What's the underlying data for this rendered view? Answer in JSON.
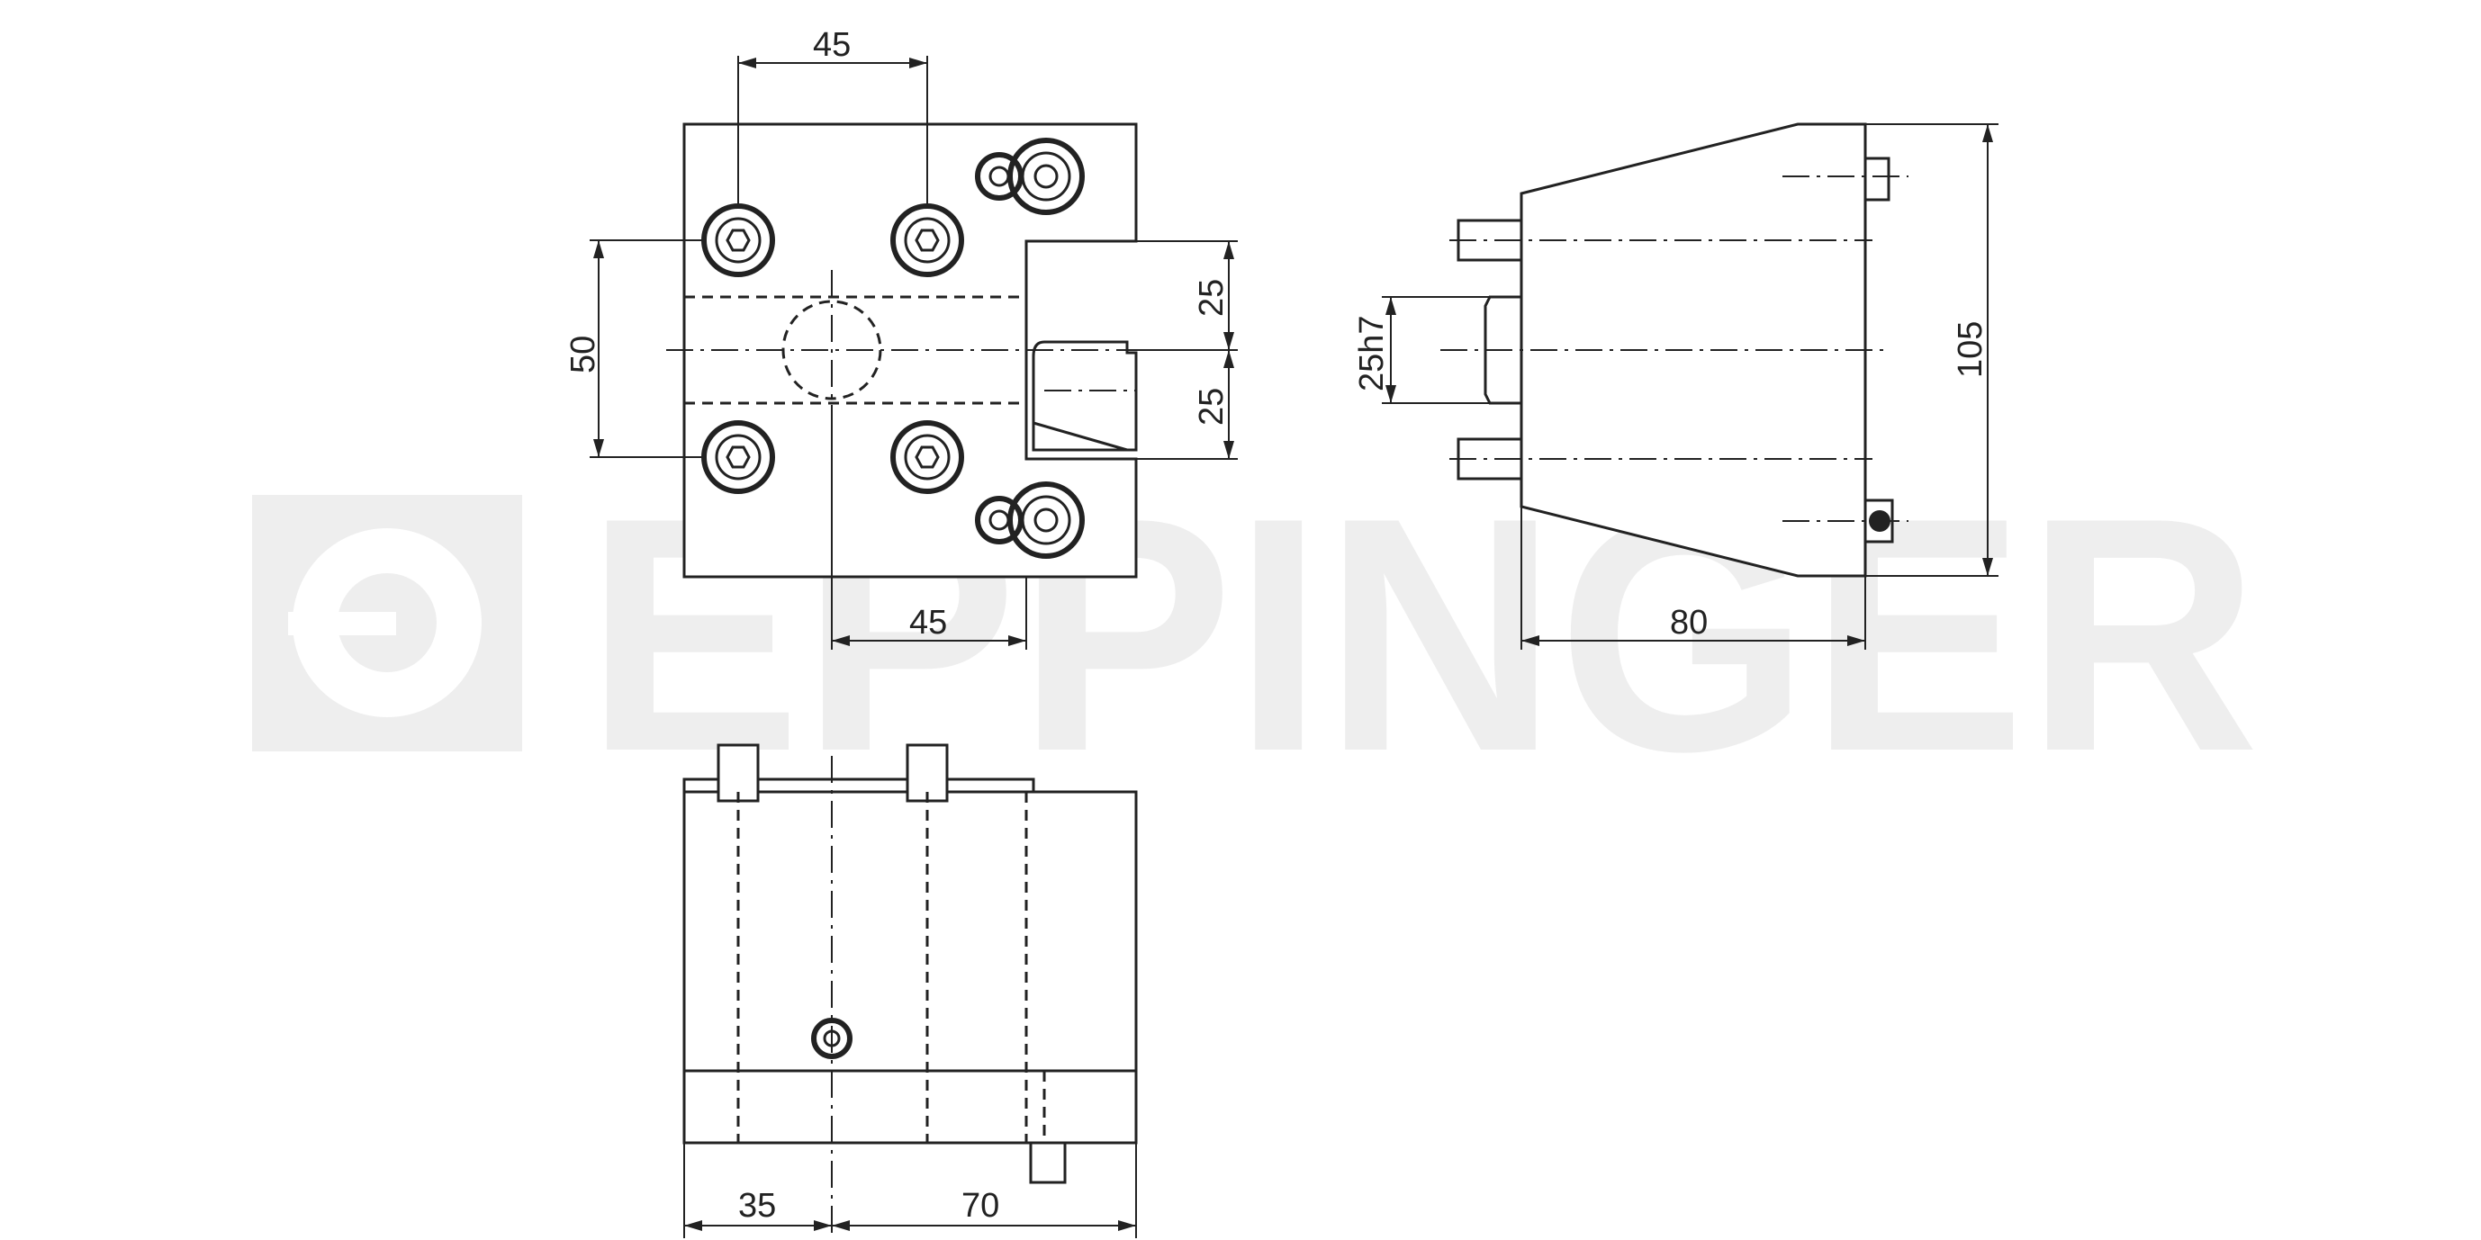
{
  "watermark": "EPPINGER",
  "dimensions": {
    "front_top_spacing": "45",
    "front_height_50": "50",
    "front_upper_25": "25",
    "front_lower_25": "25",
    "front_bottom_spacing": "45",
    "side_shank": "25h7",
    "side_height": "105",
    "side_depth": "80",
    "bottom_left_35": "35",
    "bottom_right_70": "70"
  }
}
